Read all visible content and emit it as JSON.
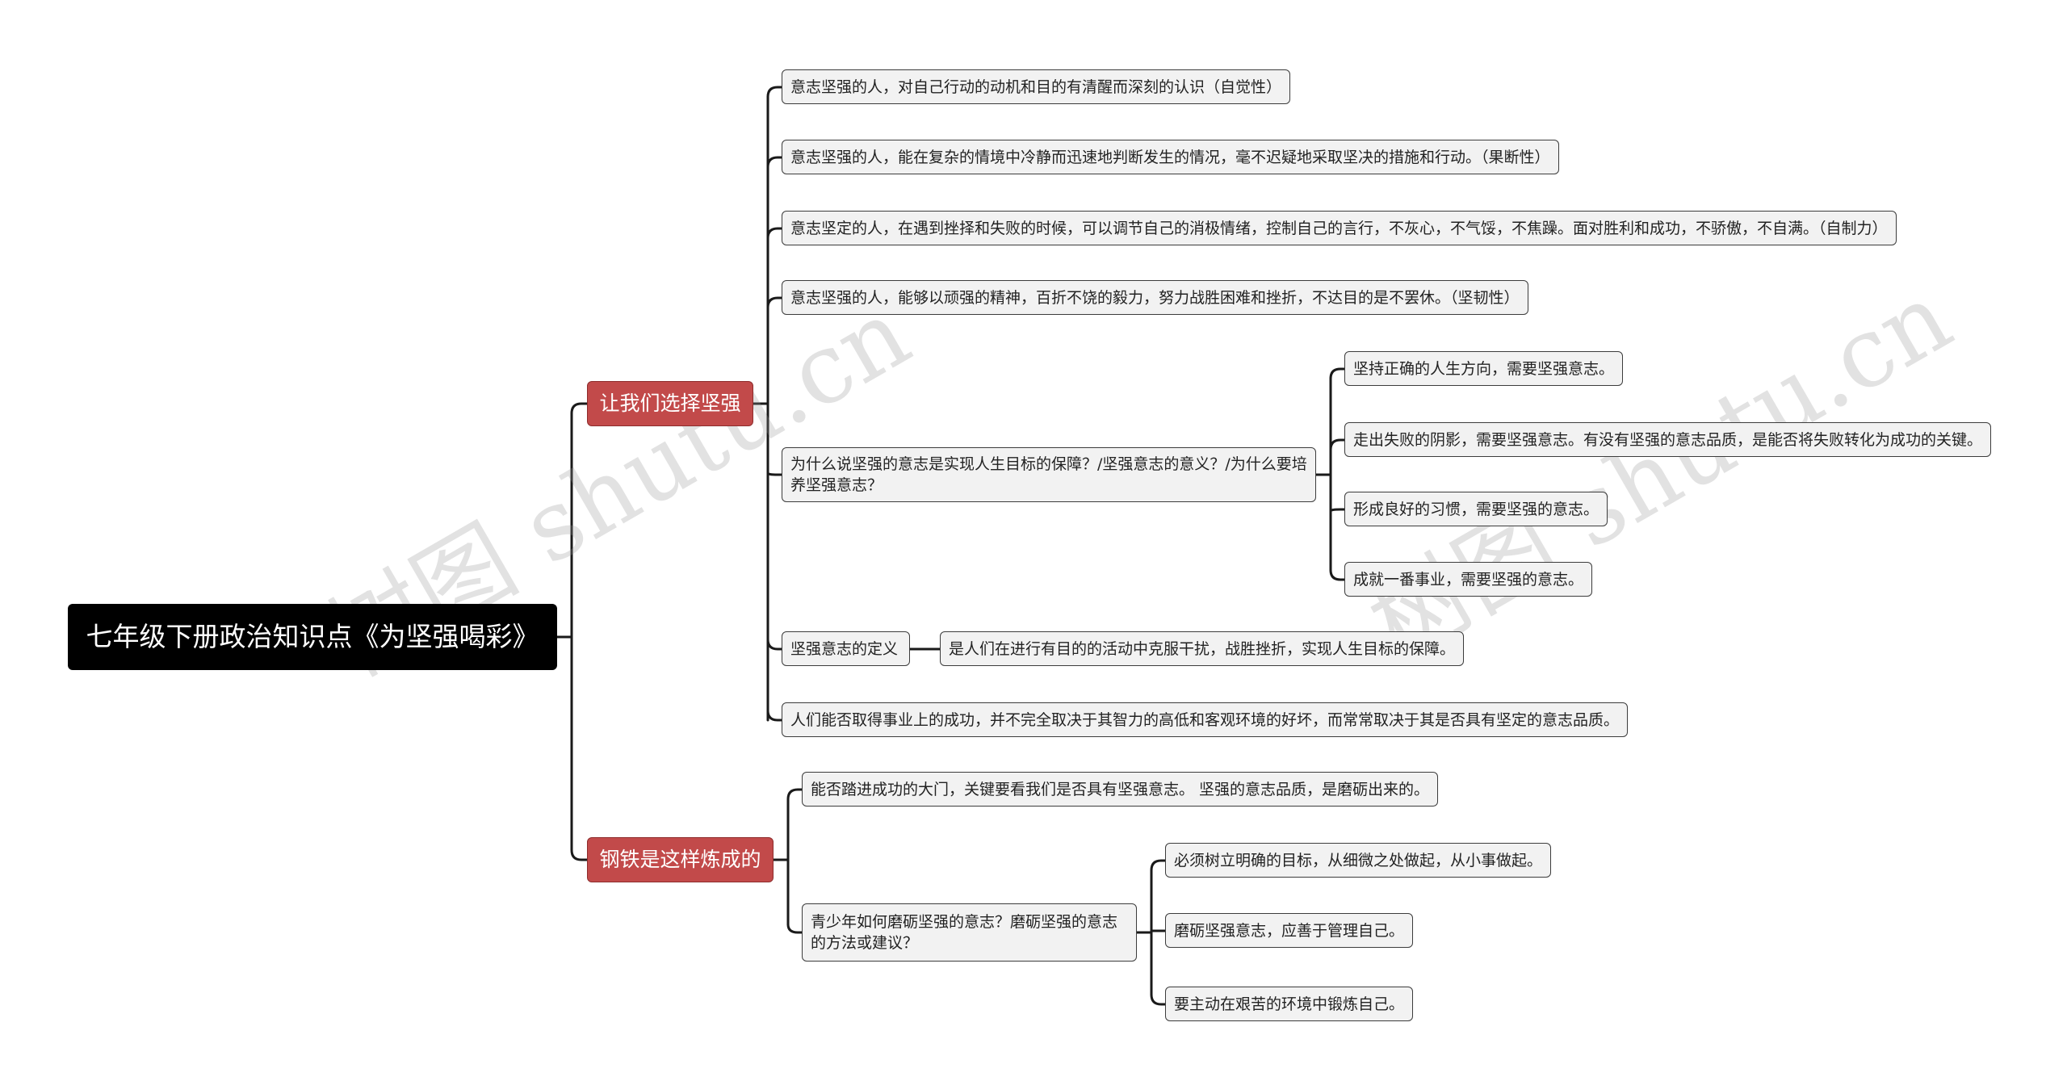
{
  "watermark": "树图 shutu.cn",
  "root": "七年级下册政治知识点《为坚强喝彩》",
  "branch1": {
    "label": "让我们选择坚强",
    "items": [
      "意志坚强的人，对自己行动的动机和目的有清醒而深刻的认识（自觉性）",
      "意志坚强的人，能在复杂的情境中冷静而迅速地判断发生的情况，毫不迟疑地采取坚决的措施和行动。（果断性）",
      "意志坚定的人，在遇到挫择和失败的时候，可以调节自己的消极情绪，控制自己的言行，不灰心，不气馁，不焦躁。面对胜利和成功，不骄傲，不自满。（自制力）",
      "意志坚强的人，能够以顽强的精神，百折不饶的毅力，努力战胜困难和挫折，不达目的是不罢休。（坚韧性）"
    ],
    "why": {
      "label": "为什么说坚强的意志是实现人生目标的保障？/坚强意志的意义？/为什么要培养坚强意志？",
      "children": [
        "坚持正确的人生方向，需要坚强意志。",
        "走出失败的阴影，需要坚强意志。有没有坚强的意志品质，是能否将失败转化为成功的关键。",
        "形成良好的习惯，需要坚强的意志。",
        "成就一番事业，需要坚强的意志。"
      ]
    },
    "definition": {
      "label": "坚强意志的定义",
      "child": "是人们在进行有目的的活动中克服干扰，战胜挫折，实现人生目标的保障。"
    },
    "last": "人们能否取得事业上的成功，并不完全取决于其智力的高低和客观环境的好坏，而常常取决于其是否具有坚定的意志品质。"
  },
  "branch2": {
    "label": "钢铁是这样炼成的",
    "first": "能否踏进成功的大门，关键要看我们是否具有坚强意志。 坚强的意志品质，是磨砺出来的。",
    "how": {
      "label": "青少年如何磨砺坚强的意志？磨砺坚强的意志的方法或建议？",
      "children": [
        "必须树立明确的目标，从细微之处做起，从小事做起。",
        "磨砺坚强意志，应善于管理自己。",
        "要主动在艰苦的环境中锻炼自己。"
      ]
    }
  }
}
